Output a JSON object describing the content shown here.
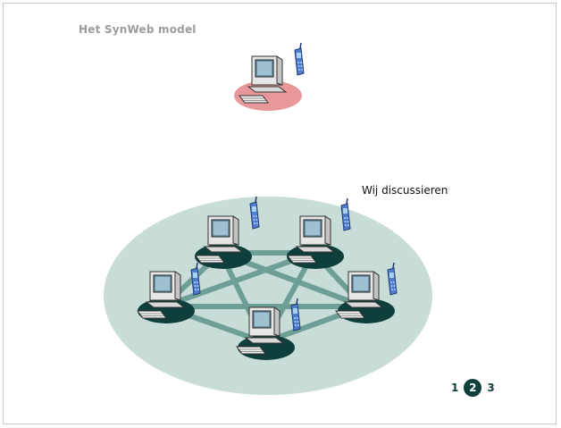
{
  "slide": {
    "title": "Het SynWeb model",
    "caption": "Wij discussieren"
  },
  "pagination": {
    "pages": [
      "1",
      "2",
      "3"
    ],
    "active": "2"
  },
  "colors": {
    "ellipse": "#c8dcd8",
    "links": "#5f958c",
    "pad_dark": "#0f3f3a",
    "pad_pink": "#e89898",
    "phone": "#4f7ed0"
  },
  "icons": [
    "workstation-icon",
    "mobile-phone-icon"
  ]
}
